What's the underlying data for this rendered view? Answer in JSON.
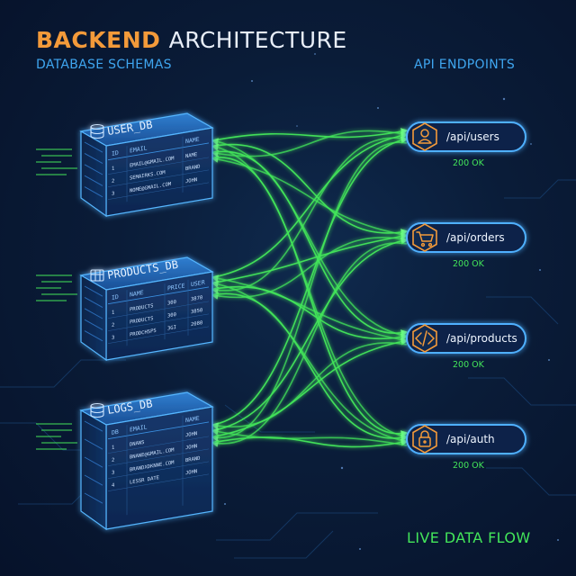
{
  "header": {
    "title_accent": "BACKEND",
    "title_rest": "ARCHITECTURE",
    "subtitle": "DATABASE SCHEMAS",
    "api_header": "API ENDPOINTS"
  },
  "footer": {
    "flow_label": "LIVE DATA FLOW"
  },
  "colors": {
    "accent": "#f39a3a",
    "db_blue": "#3fa6f0",
    "flow_green": "#43e65a",
    "endpoint_icon": "#f39a3a"
  },
  "databases": [
    {
      "name": "USER_DB",
      "icon": "database-icon",
      "columns": [
        "ID",
        "EMAIL",
        "NAME"
      ],
      "rows": [
        [
          "1",
          "EMAIL@GMAIL.COM",
          "NAME"
        ],
        [
          "2",
          "SEMAIRKS.COM",
          "BRAND"
        ],
        [
          "3",
          "NOME@GMAIL.COM",
          "JOHN"
        ]
      ]
    },
    {
      "name": "PRODUCTS_DB",
      "icon": "table-grid-icon",
      "columns": [
        "ID",
        "NAME",
        "PRICE",
        "USER"
      ],
      "rows": [
        [
          "1",
          "PRODUCTS",
          "300",
          "3870"
        ],
        [
          "2",
          "PRODUCTS",
          "300",
          "3850"
        ],
        [
          "3",
          "PRODCHSPS",
          "3GI",
          "2080"
        ]
      ]
    },
    {
      "name": "LOGS_DB",
      "icon": "database-icon",
      "columns": [
        "DB",
        "EMAIL",
        "NAME"
      ],
      "rows": [
        [
          "1",
          "DNANS",
          "JOHN"
        ],
        [
          "2",
          "BNANE@GMAIL.COM",
          "JOHN"
        ],
        [
          "3",
          "BRANDXDKNNE.COM",
          "BRAND"
        ],
        [
          "4",
          "LESSR DATE",
          "JOHN"
        ]
      ]
    }
  ],
  "endpoints": [
    {
      "path": "/api/users",
      "status": "200 OK",
      "icon": "user-icon"
    },
    {
      "path": "/api/orders",
      "status": "200 OK",
      "icon": "cart-icon"
    },
    {
      "path": "/api/products",
      "status": "200 OK",
      "icon": "code-icon"
    },
    {
      "path": "/api/auth",
      "status": "200 OK",
      "icon": "lock-icon"
    }
  ]
}
